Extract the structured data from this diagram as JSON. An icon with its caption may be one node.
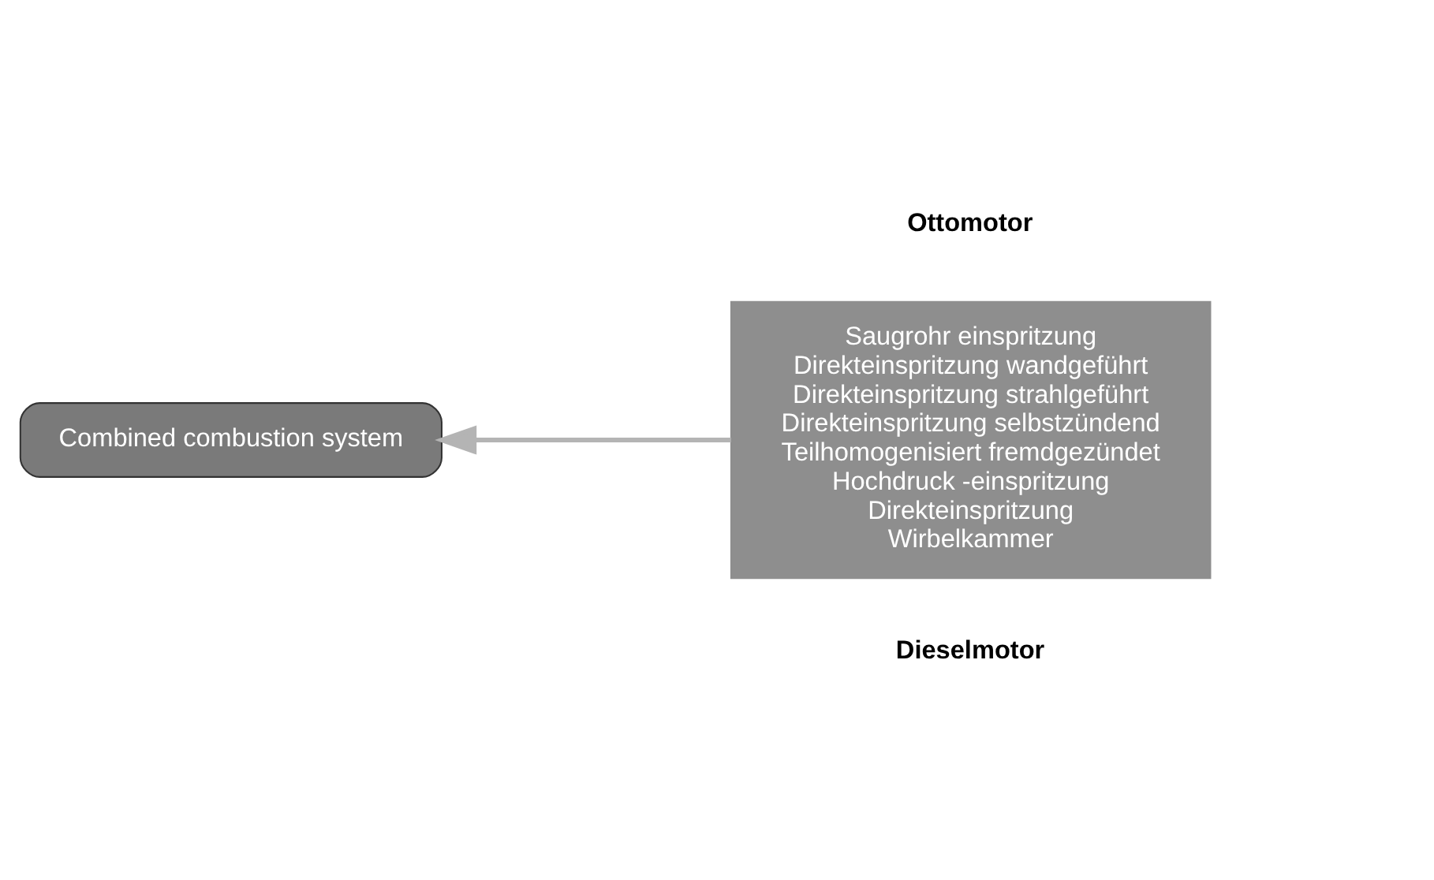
{
  "diagram": {
    "nodes": [
      {
        "text": [
          "Saugrohr einspritzung",
          "Direkteinspritzung wandgeführt",
          "Direkteinspritzung strahlgeführt",
          "Direkteinspritzung selbstzündend",
          "Teilhomogenisiert fremdgezündet",
          "Hochdruck -einspritzung",
          "Direkteinspritzung",
          "Wirbelkammer"
        ]
      },
      {
        "text": [
          "Combined combustion system"
        ]
      }
    ],
    "edges": [
      {
        "from": 0,
        "to": 1,
        "arrow": "to"
      }
    ],
    "labels": [
      "Ottomotor",
      "Dieselmotor"
    ]
  }
}
